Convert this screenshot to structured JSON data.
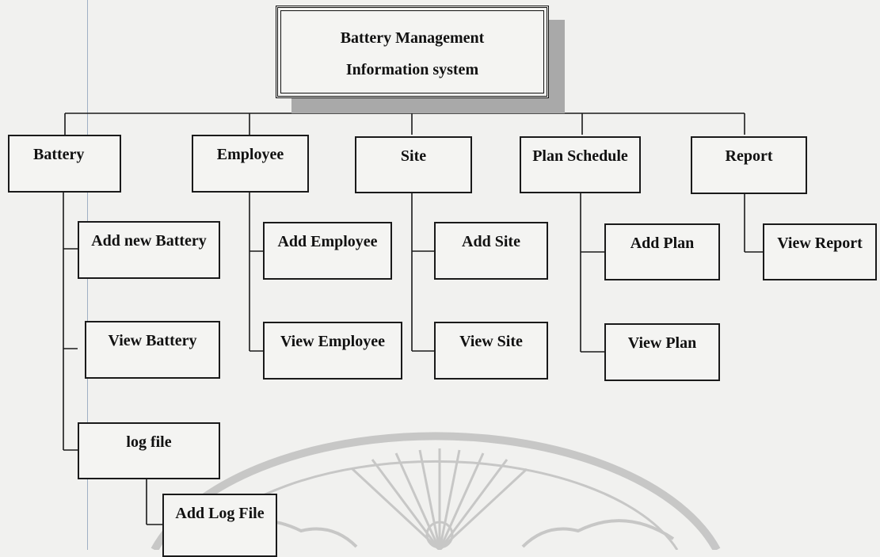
{
  "title": {
    "line1": "Battery Management",
    "line2": "Information system"
  },
  "categories": [
    {
      "key": "battery",
      "label": "Battery",
      "children": [
        "Add new Battery",
        "View Battery",
        "log file"
      ],
      "log": {
        "label": "log file",
        "children": [
          "Add Log File"
        ]
      }
    },
    {
      "key": "employee",
      "label": "Employee",
      "children": [
        "Add Employee",
        "View Employee"
      ]
    },
    {
      "key": "site",
      "label": "Site",
      "children": [
        "Add Site",
        "View Site"
      ]
    },
    {
      "key": "plan",
      "label": "Plan Schedule",
      "children": [
        "Add Plan",
        "View Plan"
      ]
    },
    {
      "key": "report",
      "label": "Report",
      "children": [
        "View Report"
      ]
    }
  ],
  "colors": {
    "line": "#1a1a1a",
    "box_fill": "#f4f4f2",
    "shadow": "#a9a9a9",
    "page": "#f1f1ef",
    "watermark": "#b5b5b5"
  },
  "watermark": {
    "icon": "university-seal-watermark"
  }
}
